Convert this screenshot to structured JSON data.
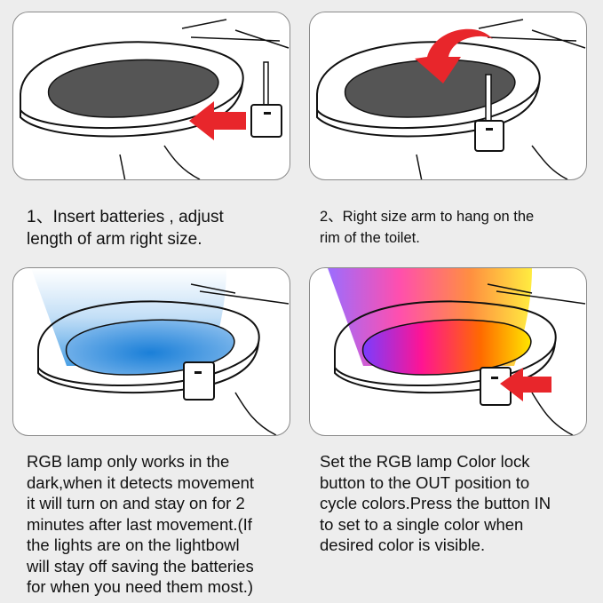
{
  "steps": [
    {
      "text": "1、Insert batteries , adjust\nlength of arm right size."
    },
    {
      "text": "2、Right size arm to hang on the\nrim of the toilet."
    },
    {
      "text": "RGB lamp only works in the\ndark,when it detects movement\nit will turn on and stay on for 2\nminutes after last movement.(If\nthe lights are on the lightbowl\nwill stay off saving the batteries\nfor when you need them most.)"
    },
    {
      "text": "Set the RGB lamp Color lock\nbutton to the OUT position to\ncycle colors.Press the button IN\nto set to a single color when\ndesired color is visible."
    }
  ],
  "colors": {
    "arrow": "#e8262b",
    "bowl": "#555555",
    "blue_light": "#2a8fe0",
    "rainbow": [
      "#7a3cff",
      "#ff1493",
      "#ff6a00",
      "#ffe600"
    ]
  }
}
